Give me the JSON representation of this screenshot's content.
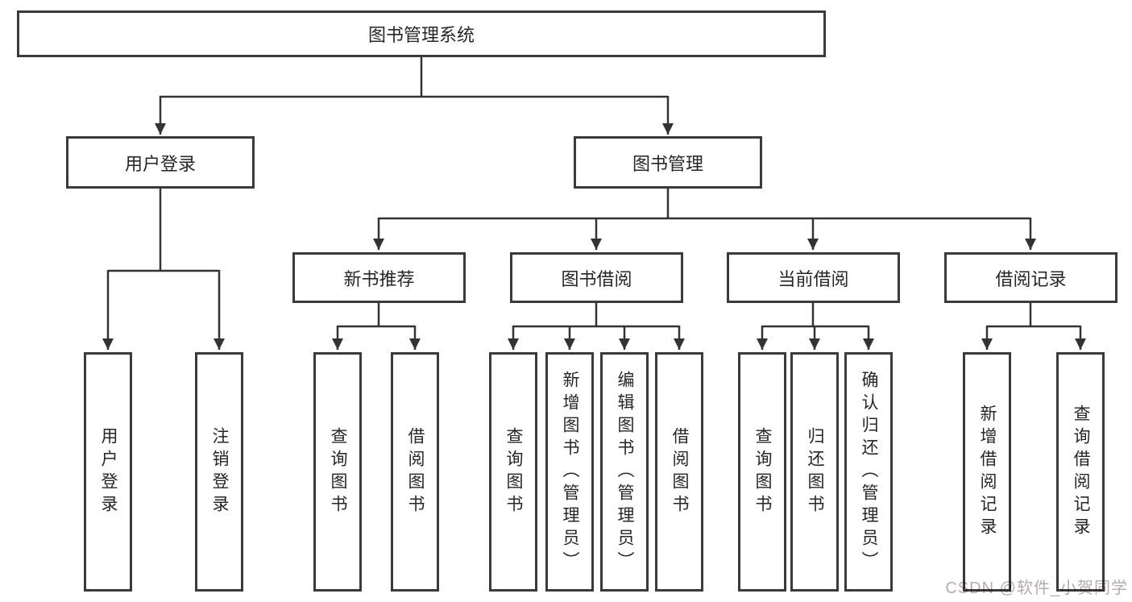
{
  "diagram_title": "图书管理系统",
  "nodes": {
    "root": "图书管理系统",
    "level2": [
      "用户登录",
      "图书管理"
    ],
    "level3": [
      "新书推荐",
      "图书借阅",
      "当前借阅",
      "借阅记录"
    ],
    "leaves_user_login": [
      "用户登录",
      "注销登录"
    ],
    "leaves_new_book": [
      "查询图书",
      "借阅图书"
    ],
    "leaves_book_borrow": [
      "查询图书",
      "新增图书（管理员）",
      "编辑图书（管理员）",
      "借阅图书"
    ],
    "leaves_current_borrow": [
      "查询图书",
      "归还图书",
      "确认归还（管理员）"
    ],
    "leaves_borrow_records": [
      "新增借阅记录",
      "查询借阅记录"
    ]
  },
  "watermark": "CSDN @软件_小贺同学",
  "colors": {
    "line": "#333333",
    "border": "#3a3a3a",
    "text": "#262626",
    "background": "#ffffff",
    "watermark": "#b4acac"
  }
}
